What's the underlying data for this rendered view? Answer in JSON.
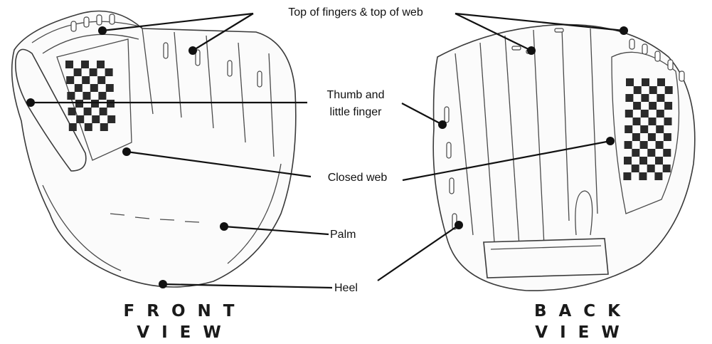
{
  "labels": {
    "top": "Top of fingers & top of web",
    "thumb_line1": "Thumb and",
    "thumb_line2": "little finger",
    "closed_web": "Closed web",
    "palm": "Palm",
    "heel": "Heel"
  },
  "views": {
    "front_line1": "FRONT",
    "front_line2": "VIEW",
    "back_line1": "BACK",
    "back_line2": "VIEW"
  },
  "colors": {
    "leader": "#111111",
    "glove_outline": "#3a3a3a",
    "check_dark": "#2a2a2a"
  }
}
